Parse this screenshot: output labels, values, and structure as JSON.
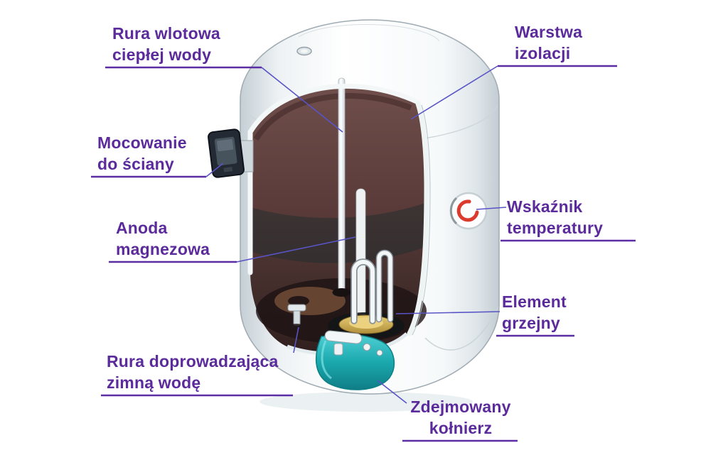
{
  "labels": {
    "hot_inlet": {
      "line1": "Rura wlotowa",
      "line2": "ciepłej wody"
    },
    "insulation": {
      "line1": "Warstwa",
      "line2": "izolacji"
    },
    "wall_mount": {
      "line1": "Mocowanie",
      "line2": "do ściany"
    },
    "anode": {
      "line1": "Anoda",
      "line2": "magnezowa"
    },
    "temp_gauge": {
      "line1": "Wskaźnik",
      "line2": "temperatury"
    },
    "heating_element": {
      "line1": "Element",
      "line2": "grzejny"
    },
    "cold_inlet": {
      "line1": "Rura doprowadzająca",
      "line2": "zimną wodę"
    },
    "flange": {
      "line1": "Zdejmowany",
      "line2": "kołnierz"
    }
  },
  "colors": {
    "label_text": "#5b2b9b",
    "underline": "#5a2da5",
    "leader_line": "#5954c6",
    "cavity_brown": "#5a3b39",
    "flange_teal": "#1aa9ae",
    "gauge_needle": "#dc3a2c"
  }
}
